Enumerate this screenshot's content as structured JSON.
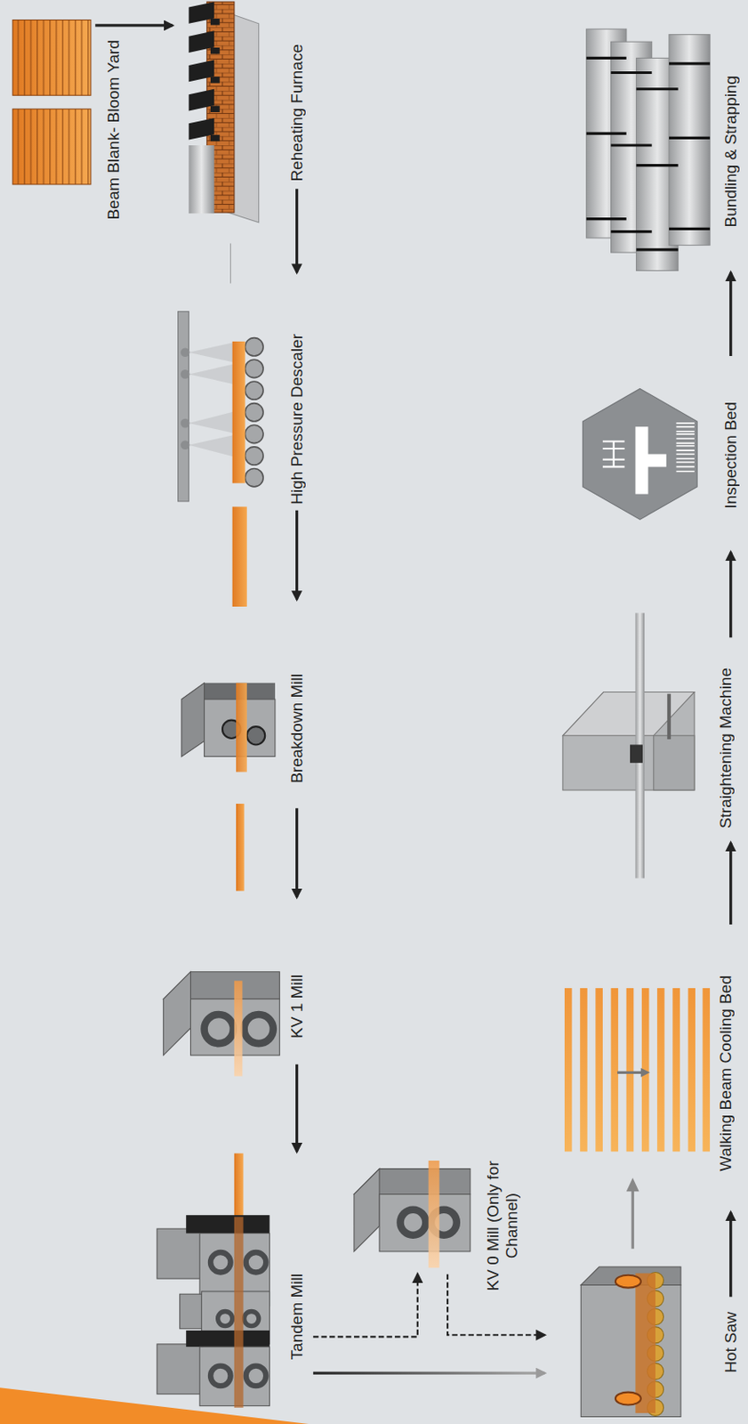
{
  "diagram": {
    "nodes": [
      {
        "text": [
          "Beam Blank- Bloom Yard"
        ]
      },
      {
        "text": [
          "Reheating Furnace"
        ]
      },
      {
        "text": [
          "High Pressure Descaler"
        ]
      },
      {
        "text": [
          "Breakdown Mill"
        ]
      },
      {
        "text": [
          "KV 1 Mill"
        ]
      },
      {
        "text": [
          "Tandem Mill"
        ]
      },
      {
        "text": [
          "KV 0 Mill (Only for Channel)"
        ]
      },
      {
        "text": [
          "Hot Saw"
        ]
      },
      {
        "text": [
          "Walking Beam Cooling Bed"
        ]
      },
      {
        "text": [
          "Straightening Machine"
        ]
      },
      {
        "text": [
          "Inspection Bed"
        ]
      },
      {
        "text": [
          "Bundling & Strapping"
        ]
      }
    ],
    "edges": [
      {
        "from": 0,
        "to": 1,
        "arrow": "to"
      },
      {
        "from": 1,
        "to": 2,
        "arrow": "to"
      },
      {
        "from": 2,
        "to": 3,
        "arrow": "to"
      },
      {
        "from": 3,
        "to": 4,
        "arrow": "to"
      },
      {
        "from": 4,
        "to": 5,
        "arrow": "to"
      },
      {
        "from": 5,
        "to": 7,
        "arrow": "to"
      },
      {
        "from": 5,
        "to": 6,
        "arrow": "to"
      },
      {
        "from": 6,
        "to": 7,
        "arrow": "to"
      },
      {
        "from": 7,
        "to": 8,
        "arrow": "to"
      },
      {
        "from": 8,
        "to": 9,
        "arrow": "to"
      },
      {
        "from": 9,
        "to": 10,
        "arrow": "to"
      },
      {
        "from": 10,
        "to": 11,
        "arrow": "to"
      }
    ]
  }
}
